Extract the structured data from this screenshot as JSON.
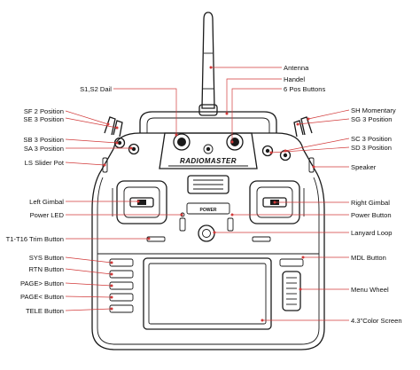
{
  "colors": {
    "leader": "#d23a3a",
    "outline": "#1a1a1a"
  },
  "device": {
    "brand": "RADIOMASTER",
    "power_label": "POWER"
  },
  "labels": {
    "antenna": "Antenna",
    "s1_s2_dail": "S1,S2 Dail",
    "handel": "Handel",
    "six_pos_buttons": "6 Pos Buttons",
    "sf_2_position": "SF 2 Position",
    "se_3_position": "SE 3 Position",
    "sh_momentary": "SH Momentary",
    "sg_3_position": "SG 3 Position",
    "sb_3_position": "SB 3 Position",
    "sa_3_position": "SA 3 Position",
    "sc_3_position": "SC 3 Position",
    "sd_3_position": "SD 3 Position",
    "ls_slider_pot": "LS Slider Pot",
    "speaker": "Speaker",
    "left_gimbal": "Left Gimbal",
    "power_led": "Power LED",
    "right_gimbal": "Right Gimbal",
    "power_button": "Power Button",
    "trim_button": "T1-T16 Trim Button",
    "lanyard_loop": "Lanyard Loop",
    "sys_button": "SYS Button",
    "mdl_button": "MDL Button",
    "rtn_button": "RTN Button",
    "page_next_button": "PAGE> Button",
    "page_prev_button": "PAGE< Button",
    "menu_wheel": "Menu Wheel",
    "tele_button": "TELE Button",
    "color_screen": "4.3\"Color Screen"
  }
}
